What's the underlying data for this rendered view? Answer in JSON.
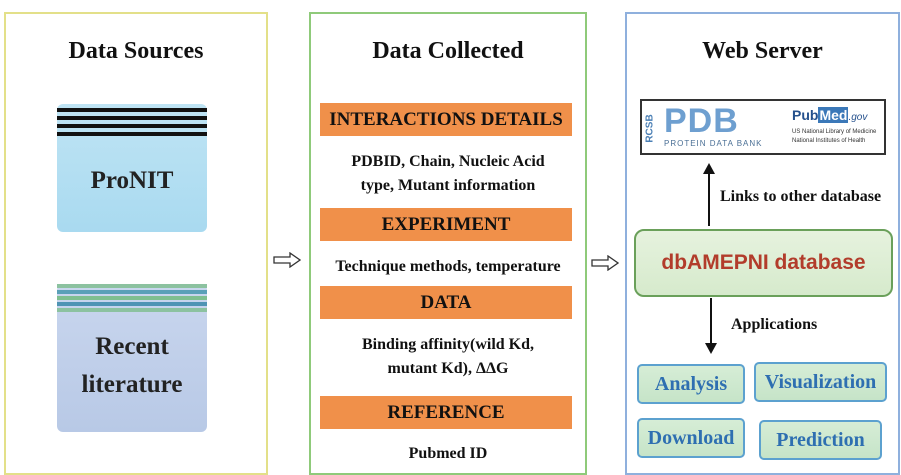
{
  "panels": {
    "sources": {
      "title": "Data Sources",
      "items": [
        {
          "label_line1": "ProNIT",
          "label_line2": ""
        },
        {
          "label_line1": "Recent",
          "label_line2": "literature"
        }
      ]
    },
    "collected": {
      "title": "Data Collected",
      "sections": [
        {
          "header": "INTERACTIONS DETAILS",
          "line1": "PDBID, Chain, Nucleic Acid",
          "line2": "type, Mutant information"
        },
        {
          "header": "EXPERIMENT",
          "line1": "Technique methods, temperature",
          "line2": ""
        },
        {
          "header": "DATA",
          "line1": "Binding affinity(wild Kd,",
          "line2": "mutant Kd), ΔΔG"
        },
        {
          "header": "REFERENCE",
          "line1": "Pubmed ID",
          "line2": ""
        }
      ]
    },
    "server": {
      "title": "Web Server",
      "logos": {
        "pdb_prefix": "RCSB",
        "pdb_name": "PDB",
        "pdb_sub": "PROTEIN DATA BANK",
        "pubmed_a": "Pub",
        "pubmed_b": "Med",
        "pubmed_gov": ".gov",
        "pubmed_line1": "US National Library of Medicine",
        "pubmed_line2": "National Institutes of Health"
      },
      "links_label": "Links to other database",
      "database_label": "dbAMEPNI database",
      "applications_label": "Applications",
      "apps": [
        "Analysis",
        "Visualization",
        "Download",
        "Prediction"
      ]
    }
  },
  "colors": {
    "orange": "#f0904a",
    "app_text": "#2e6fb1",
    "db_text": "#b23c2b"
  }
}
